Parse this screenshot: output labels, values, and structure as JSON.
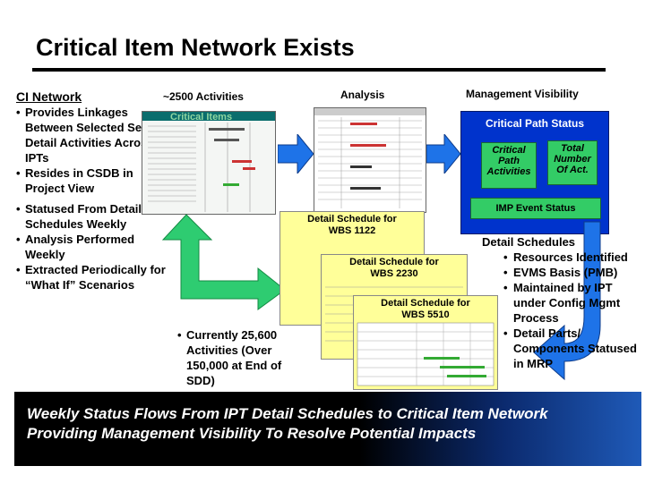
{
  "title": "Critical Item Network Exists",
  "ci_network": {
    "heading": "CI Network",
    "bullets_top": [
      "Provides Linkages Between Selected Set of Detail Activities Across IPTs",
      "Resides in CSDB in Project View"
    ],
    "bullets_bottom": [
      "Statused From Detail Schedules Weekly",
      "Analysis Performed Weekly",
      "Extracted Periodically for “What If” Scenarios"
    ]
  },
  "activities_label": "~2500 Activities",
  "critical_items_label": "Critical Items",
  "analysis_label": "Analysis",
  "management": {
    "label": "Management Visibility",
    "panel_title": "Critical Path Status",
    "critical_path_box": "Critical Path Activities",
    "total_number_box": "Total Number Of Act.",
    "imp_box": "IMP Event Status"
  },
  "detail_schedules": [
    {
      "line1": "Detail Schedule for",
      "line2": "WBS 1122"
    },
    {
      "line1": "Detail Schedule for",
      "line2": "WBS 2230"
    },
    {
      "line1": "Detail Schedule for",
      "line2": "WBS 5510"
    }
  ],
  "current_text": "Currently 25,600 Activities (Over 150,000 at End of SDD)",
  "detail_schedules_list": {
    "heading": "Detail Schedules",
    "items": [
      "Resources Identified",
      "EVMS Basis (PMB)",
      "Maintained by IPT under Config Mgmt Process",
      "Detail Parts/ Components Statused in MRP"
    ]
  },
  "banner": "Weekly Status Flows From IPT Detail Schedules to Critical Item Network Providing Management Visibility To Resolve Potential Impacts",
  "colors": {
    "panel_blue": "#0033cc",
    "box_green": "#33cc66",
    "arrow_green": "#2ecc71",
    "arrow_blue": "#1e73e8",
    "schedule_yellow": "#ffff99"
  }
}
